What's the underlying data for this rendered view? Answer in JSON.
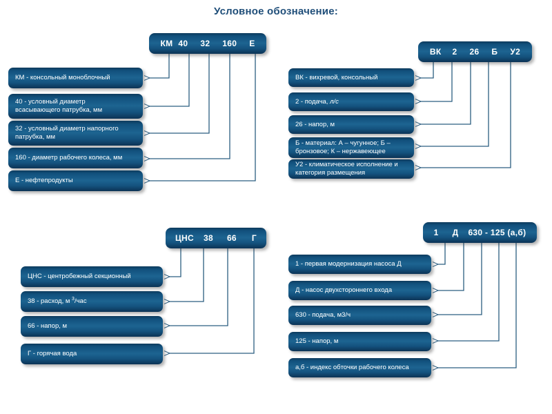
{
  "title": "Условное обозначение:",
  "theme": {
    "title_color": "#1f4e79",
    "plate_top": "#0d3a5c",
    "plate_mid": "#1d6491",
    "plate_bottom": "#0c3355",
    "wire_color": "#2b5d80",
    "background": "#ffffff"
  },
  "groups": [
    {
      "id": "km",
      "name": "km-group",
      "code_tokens": [
        "КМ",
        "40",
        "32",
        "160",
        "Е"
      ],
      "items": [
        {
          "lines": [
            "КМ - консольный моноблочный"
          ]
        },
        {
          "lines": [
            "40 - условный диаметр",
            "всасывающего патрубка, мм"
          ]
        },
        {
          "lines": [
            "32 - условный диаметр напорного",
            "патрубка, мм"
          ]
        },
        {
          "lines": [
            "160 - диаметр рабочего колеса, мм"
          ]
        },
        {
          "lines": [
            "Е - нефтепродукты"
          ]
        }
      ]
    },
    {
      "id": "vk",
      "name": "vk-group",
      "code_tokens": [
        "ВК",
        "2",
        "26",
        "Б",
        "У2"
      ],
      "items": [
        {
          "lines": [
            "ВК - вихревой, консольный"
          ]
        },
        {
          "lines": [
            "2 - подача, л/с"
          ]
        },
        {
          "lines": [
            "26 - напор, м"
          ]
        },
        {
          "lines": [
            "Б -  материал: А – чугунное; Б –",
            "бронзовое; К – нержавеющее"
          ]
        },
        {
          "lines": [
            "У2 - климатическое исполнение и",
            "категория размещения"
          ]
        }
      ]
    },
    {
      "id": "cns",
      "name": "cns-group",
      "code_tokens": [
        "ЦНС",
        "38",
        "66",
        "Г"
      ],
      "items": [
        {
          "lines": [
            "ЦНС - центробежный секционный"
          ]
        },
        {
          "lines": [
            "38 - расход, м 3/час"
          ]
        },
        {
          "lines": [
            "66 - напор, м"
          ]
        },
        {
          "lines": [
            "Г - горячая вода"
          ]
        }
      ]
    },
    {
      "id": "d",
      "name": "d-group",
      "code_tokens": [
        "1",
        "Д",
        "630 - 125 (а,б)"
      ],
      "items": [
        {
          "lines": [
            "1 - первая модернизация насоса Д"
          ]
        },
        {
          "lines": [
            "Д - насос двухстороннего входа"
          ]
        },
        {
          "lines": [
            "630 - подача, м3/ч"
          ]
        },
        {
          "lines": [
            "125 - напор, м"
          ]
        },
        {
          "lines": [
            "а,б -  индекс обточки рабочего колеса"
          ]
        }
      ]
    }
  ]
}
